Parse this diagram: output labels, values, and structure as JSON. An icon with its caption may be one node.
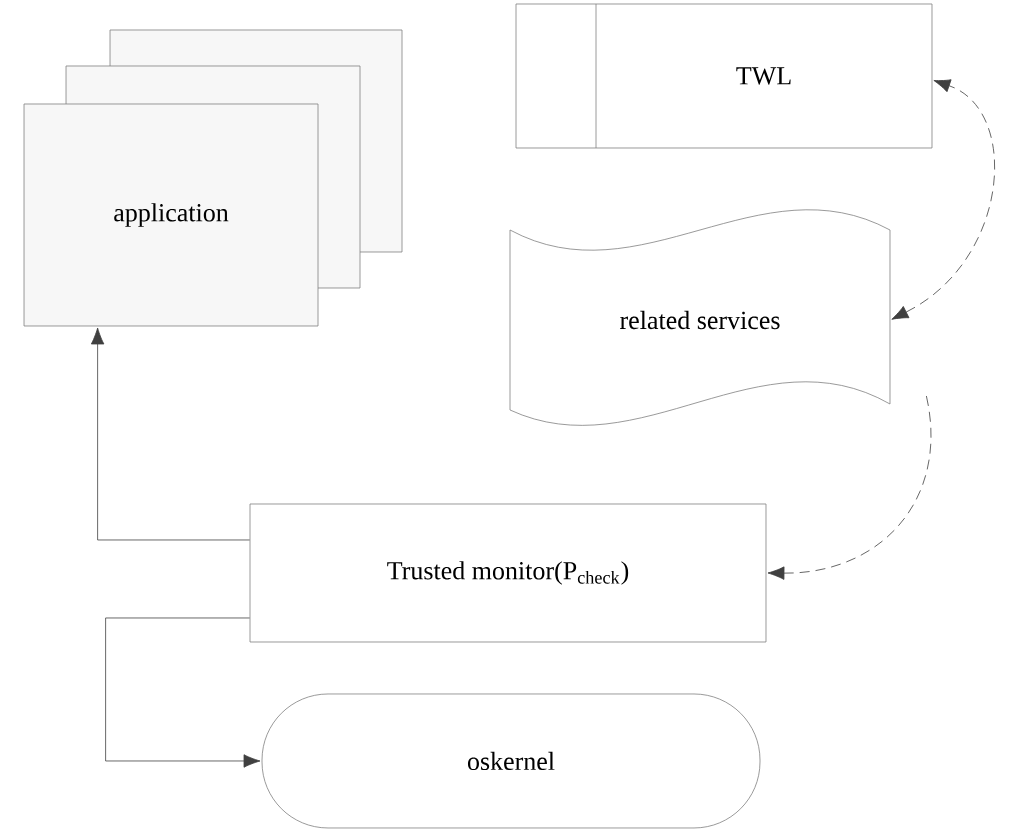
{
  "diagram": {
    "nodes": [
      {
        "text": [
          "application"
        ]
      },
      {
        "text": [
          "TWL"
        ]
      },
      {
        "text": [
          "related services"
        ]
      },
      {
        "text": [
          "Trusted monitor(P$_{check}$)"
        ]
      },
      {
        "text": [
          "oskernel"
        ]
      }
    ],
    "edges": [
      {
        "from": 3,
        "to": 0,
        "arrow": "to"
      },
      {
        "from": 3,
        "to": 4,
        "arrow": "to"
      },
      {
        "from": 2,
        "to": 1,
        "arrow": "both",
        "style": "dashed"
      },
      {
        "from": 2,
        "to": 3,
        "arrow": "to",
        "style": "dashed"
      }
    ]
  }
}
